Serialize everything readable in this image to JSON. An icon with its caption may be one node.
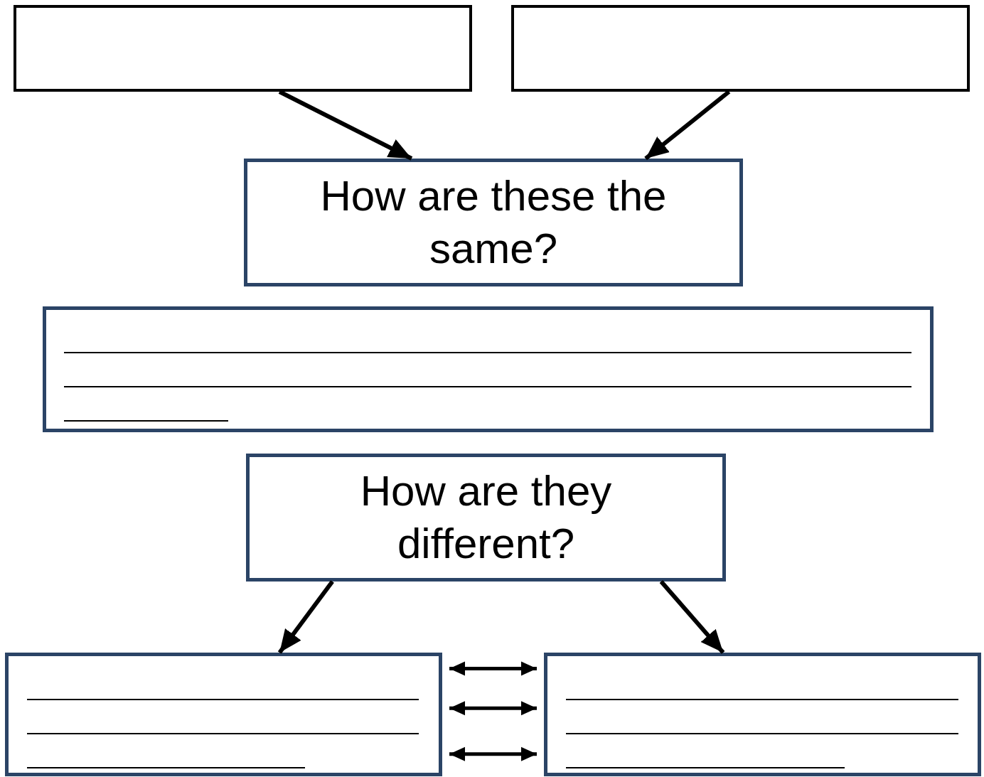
{
  "diagram": {
    "nodes": [
      {
        "text": [],
        "shape": "box"
      },
      {
        "text": [],
        "shape": "box"
      },
      {
        "text": [
          "How are these the same?"
        ]
      },
      {
        "text": [],
        "shape": "box"
      },
      {
        "text": [
          "How are they different?"
        ]
      },
      {
        "text": [],
        "shape": "box"
      },
      {
        "text": [],
        "shape": "box"
      }
    ],
    "edges": [
      {
        "from": 0,
        "to": 2,
        "arrow": "to"
      },
      {
        "from": 1,
        "to": 2,
        "arrow": "to"
      },
      {
        "from": 4,
        "to": 5,
        "arrow": "to"
      },
      {
        "from": 4,
        "to": 6,
        "arrow": "to"
      },
      {
        "from": 5,
        "to": 6,
        "arrow": "both"
      },
      {
        "from": 5,
        "to": 6,
        "arrow": "both"
      },
      {
        "from": 5,
        "to": 6,
        "arrow": "both"
      }
    ]
  }
}
